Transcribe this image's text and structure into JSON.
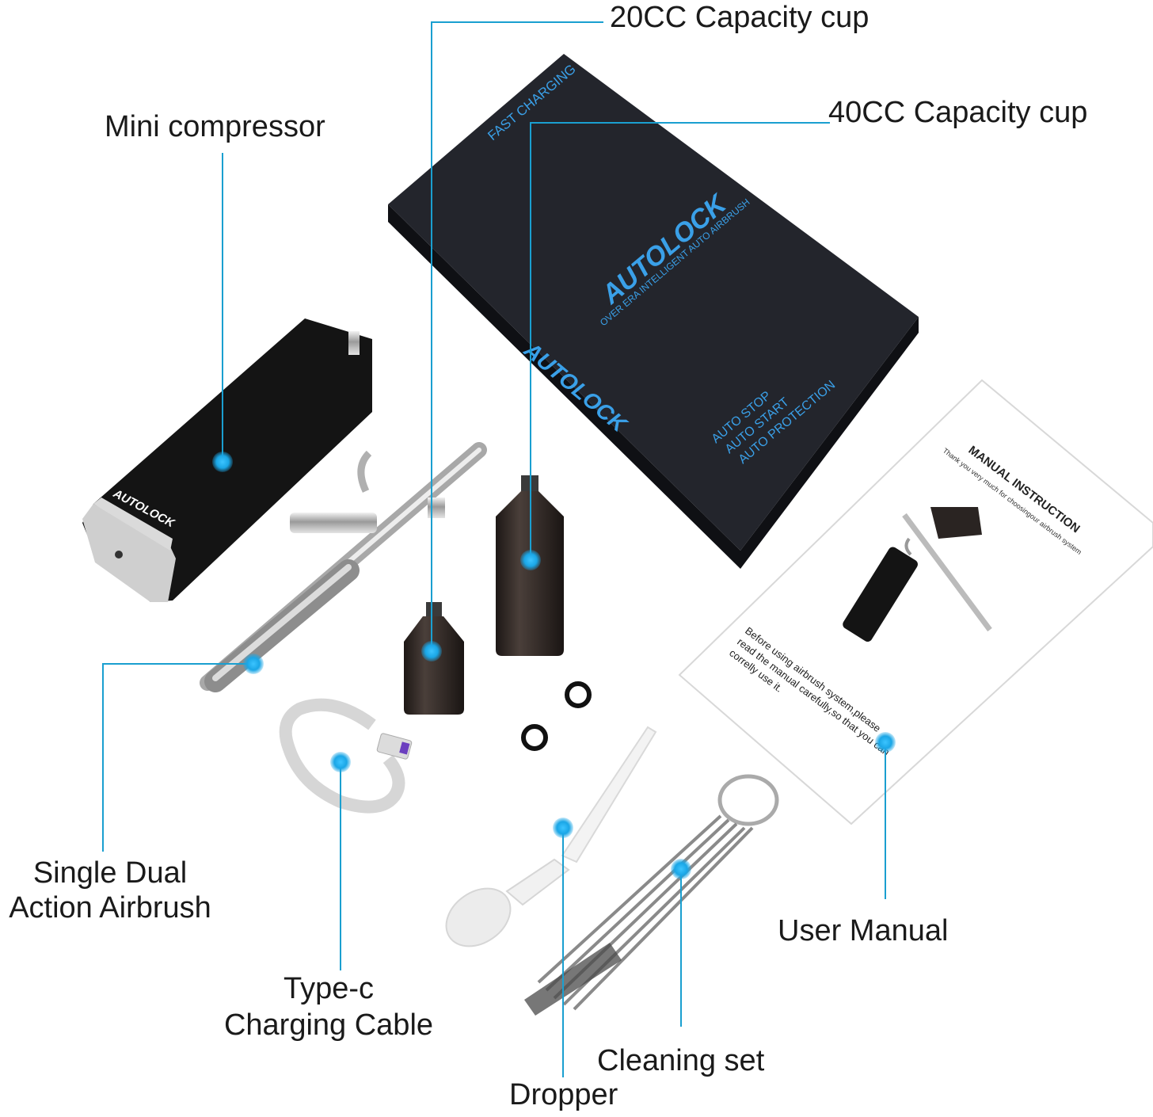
{
  "callouts": {
    "cup_20cc": "20CC Capacity cup",
    "cup_40cc": "40CC Capacity cup",
    "mini_compressor": "Mini compressor",
    "airbrush_line1": "Single Dual",
    "airbrush_line2": "Action Airbrush",
    "cable_line1": "Type-c",
    "cable_line2": "Charging Cable",
    "cleaning_set": "Cleaning set",
    "dropper": "Dropper",
    "user_manual": "User Manual"
  },
  "box": {
    "fast_charging": "FAST CHARGING",
    "brand": "AUTOLOCK",
    "tagline": "OVER ERA INTELLIGENT AUTO AIRBRUSH",
    "feature_1": "AUTO STOP",
    "feature_2": "AUTO START",
    "feature_3": "AUTO PROTECTION"
  },
  "compressor": {
    "brand": "AUTOLOCK"
  },
  "manual": {
    "title": "MANUAL INSTRUCTION",
    "subtitle": "Thank you very much for choosingour airbrush system",
    "note_line1": "Before using airbrush system,please",
    "note_line2": "read the manual carefully,so that you can",
    "note_line3": "correlly use it."
  },
  "colors": {
    "leader_line": "#1a9fd0",
    "dot": "#1aa6e6",
    "box": "#1f2128",
    "box_text": "#3aa0e8",
    "compressor": "#141414"
  }
}
